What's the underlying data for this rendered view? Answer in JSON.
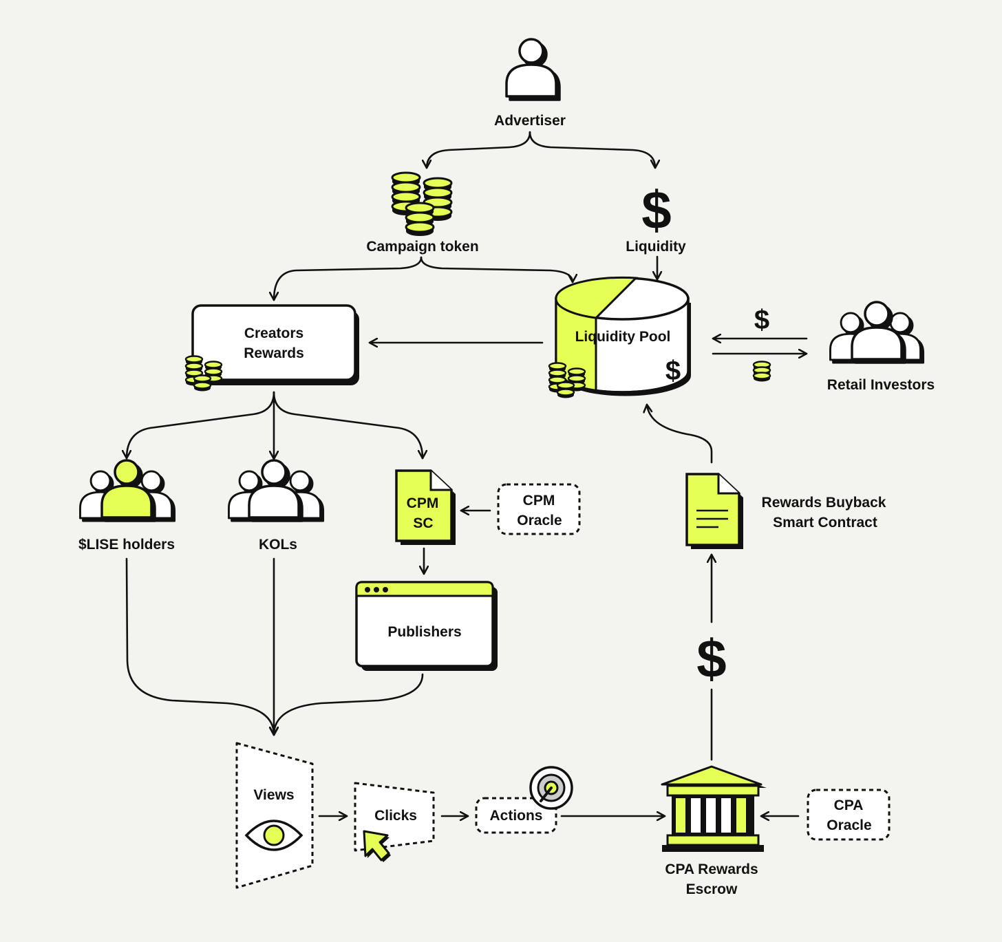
{
  "colors": {
    "background": "#f3f3ef",
    "accent": "#e6ff57",
    "ink": "#111111",
    "white": "#ffffff"
  },
  "advertiser": {
    "label": "Advertiser",
    "icon": "person-icon"
  },
  "campaign_token": {
    "label": "Campaign token",
    "icon": "coin-stacks-icon"
  },
  "liquidity": {
    "label": "Liquidity",
    "symbol": "$",
    "icon": "dollar-icon"
  },
  "liquidity_pool": {
    "label": "Liquidity Pool",
    "symbol": "$",
    "icon": "cylinder-pool-icon"
  },
  "retail_investors": {
    "label": "Retail Investors",
    "swap_symbol": "$",
    "icon": "group-icon"
  },
  "creators_rewards": {
    "line1": "Creators",
    "line2": "Rewards"
  },
  "lise_holders": {
    "label": "$LISE holders",
    "icon": "group-icon"
  },
  "kols": {
    "label": "KOLs",
    "icon": "group-icon"
  },
  "cpm_sc": {
    "line1": "CPM",
    "line2": "SC",
    "icon": "document-icon"
  },
  "cpm_oracle": {
    "line1": "CPM",
    "line2": "Oracle"
  },
  "publishers": {
    "label": "Publishers",
    "icon": "browser-window-icon"
  },
  "rewards_buyback": {
    "line1": "Rewards Buyback",
    "line2": "Smart Contract",
    "icon": "document-icon"
  },
  "buyback_symbol": "$",
  "views": {
    "label": "Views",
    "icon": "eye-icon"
  },
  "clicks": {
    "label": "Clicks",
    "icon": "cursor-icon"
  },
  "actions": {
    "label": "Actions",
    "icon": "target-icon"
  },
  "cpa_escrow": {
    "line1": "CPA Rewards",
    "line2": "Escrow",
    "icon": "bank-icon"
  },
  "cpa_oracle": {
    "line1": "CPA",
    "line2": "Oracle"
  }
}
